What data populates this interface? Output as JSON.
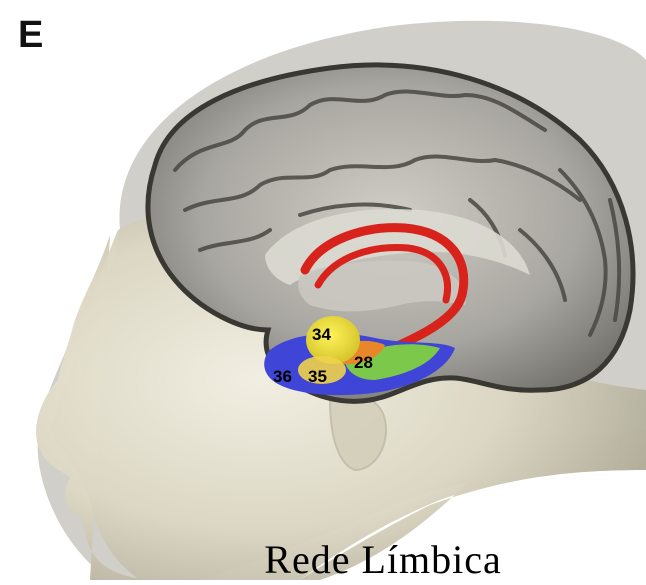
{
  "panel": {
    "letter": "E"
  },
  "caption": {
    "text": "Rede Límbica"
  },
  "regions": [
    {
      "id": "34",
      "color": "#e8e23a"
    },
    {
      "id": "35",
      "color": "#f0d24a"
    },
    {
      "id": "28",
      "color": "#7cc84a"
    },
    {
      "id": "36",
      "color": "#3f45d6"
    }
  ],
  "colors": {
    "tract": "#d8231c",
    "head": "#e6e1cf",
    "brain": "#9a9893",
    "background": "#ffffff"
  },
  "icons": {
    "tract": "fiber-tract",
    "brain": "brain-sagittal-section",
    "head": "head-3d-render"
  }
}
